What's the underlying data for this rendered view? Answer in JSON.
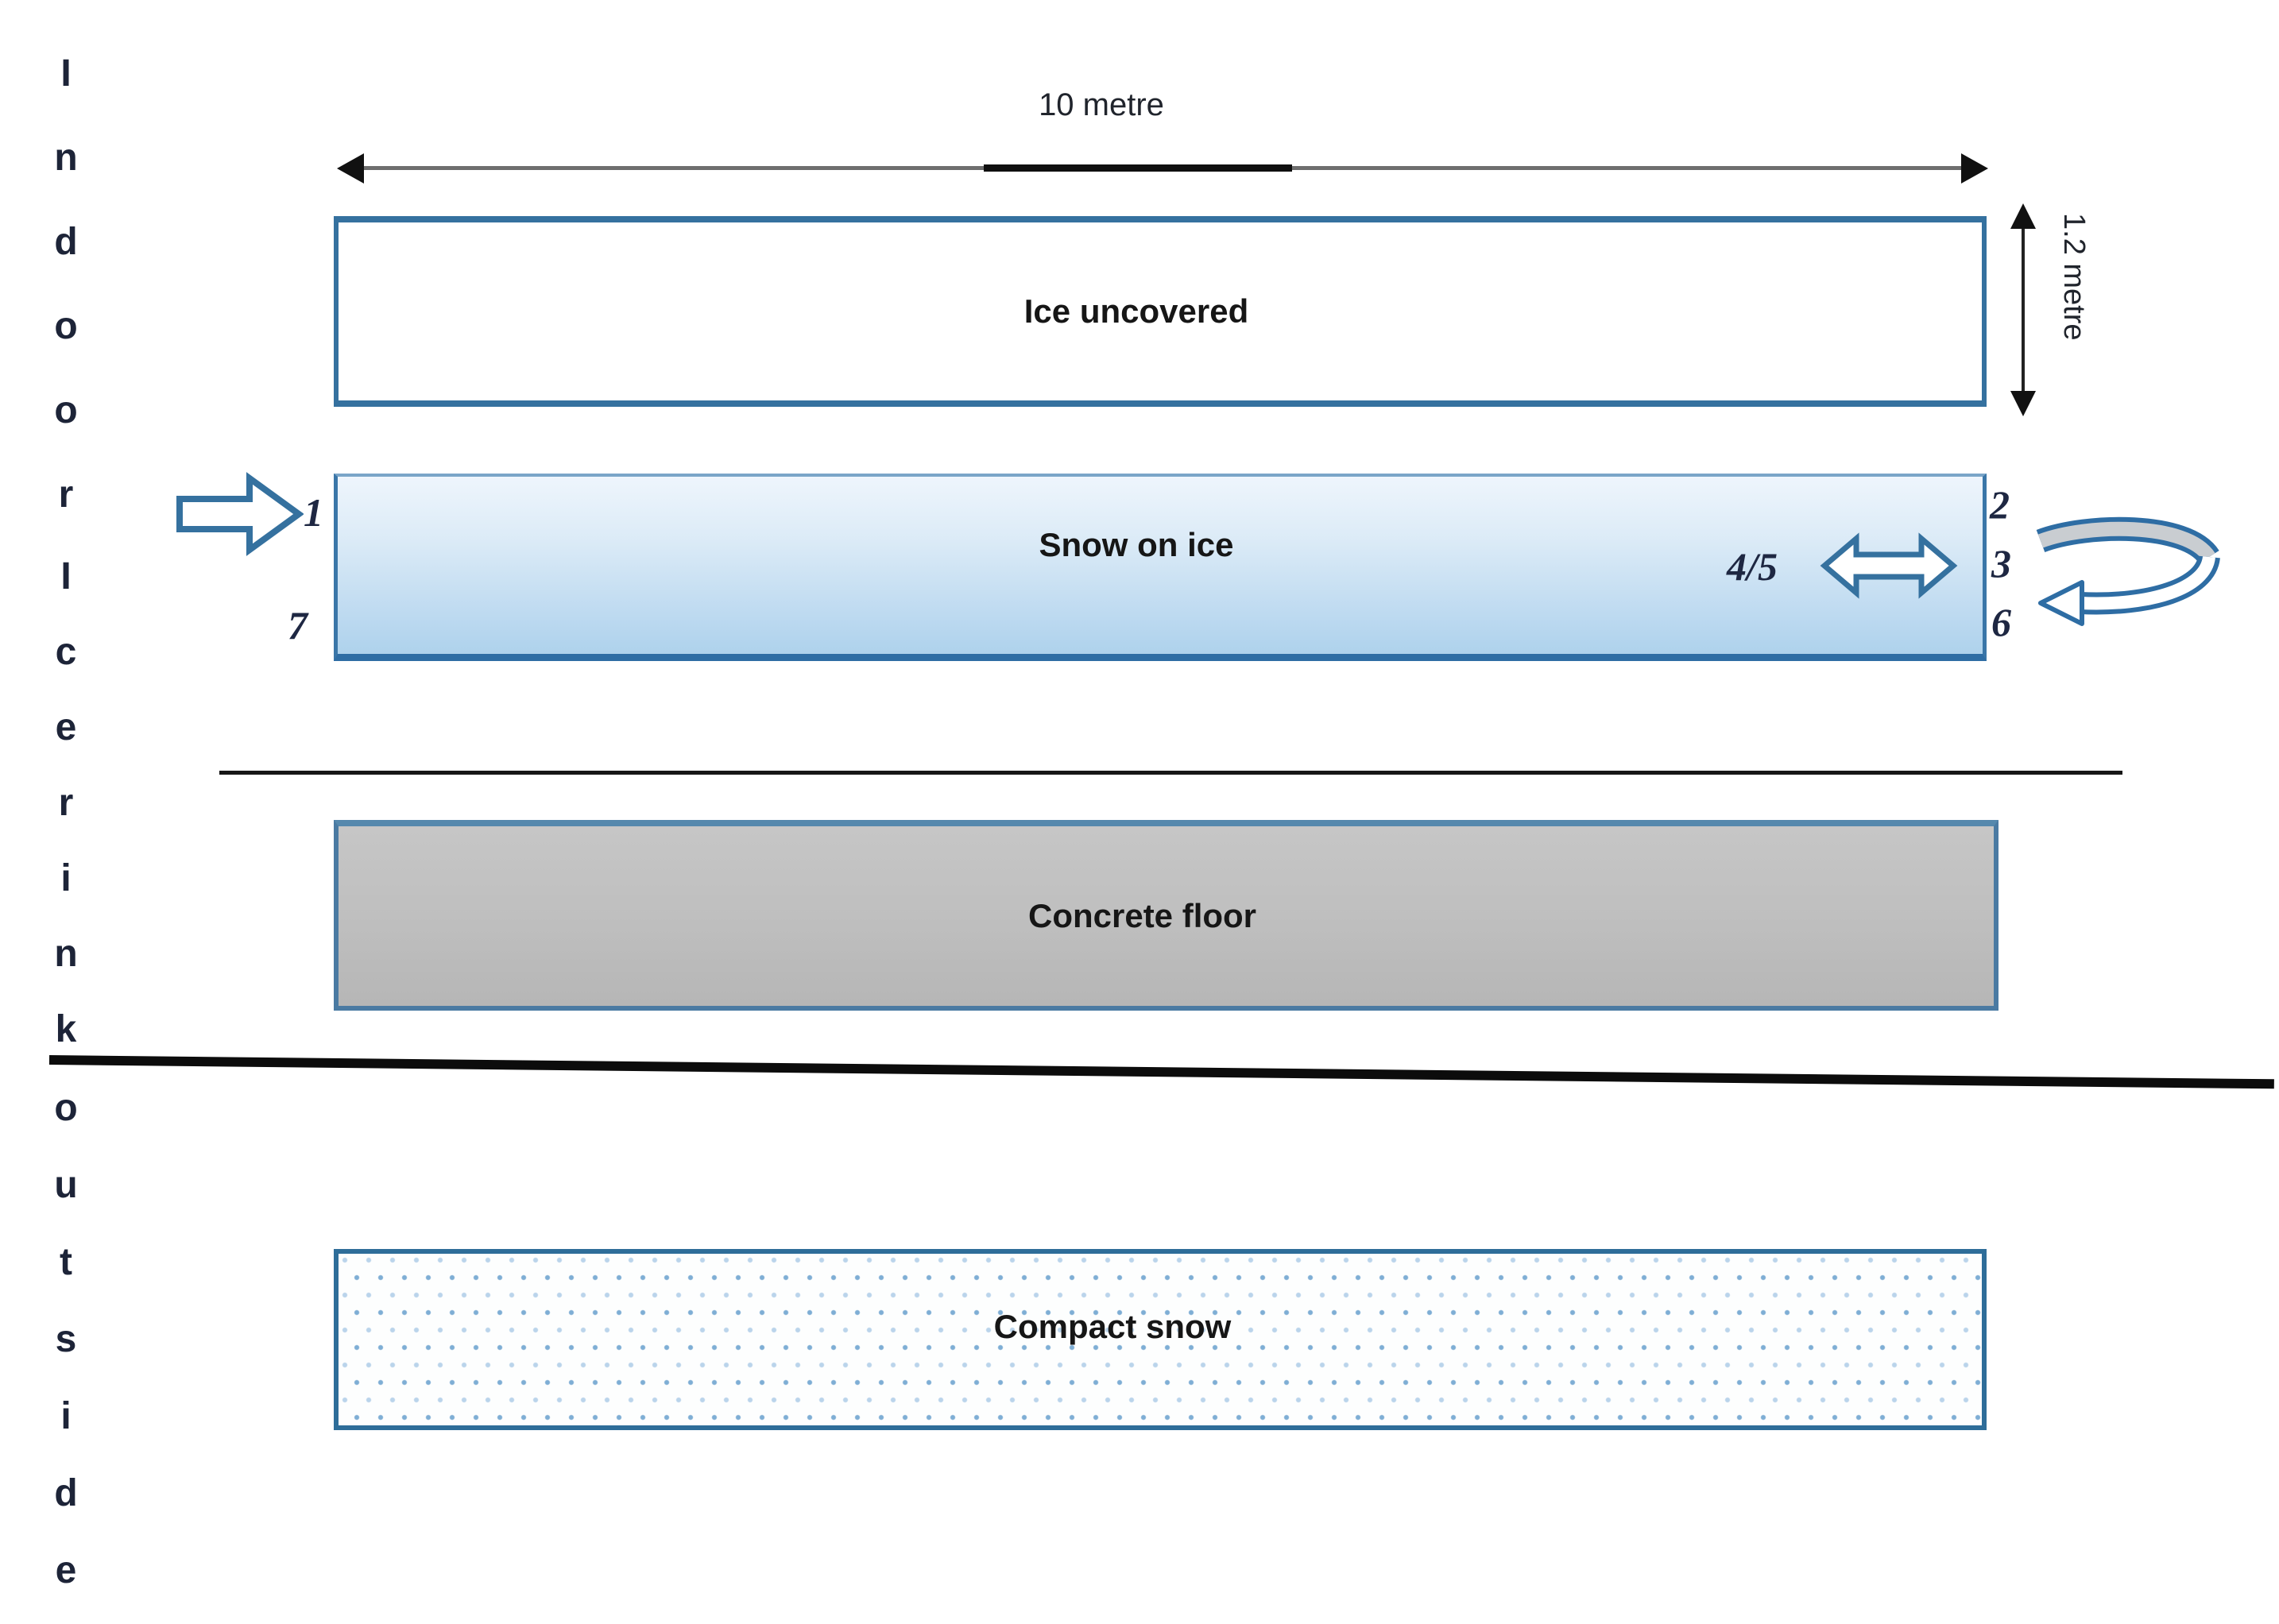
{
  "side_labels": {
    "indoor": "Indoor",
    "icerink": "Icerink",
    "outside": "outside"
  },
  "dimensions": {
    "width_label": "10 metre",
    "height_label": "1.2 metre"
  },
  "layers": {
    "ice_uncovered": "Ice uncovered",
    "snow_on_ice": "Snow on ice",
    "concrete_floor": "Concrete floor",
    "compact_snow": "Compact snow"
  },
  "markers": {
    "left_top": "1",
    "left_bottom": "7",
    "right_top": "2",
    "right_middle": "3",
    "right_bottom": "6",
    "pair": "4/5"
  },
  "icons": {
    "flow_in_arrow": "block-arrow-right",
    "exchange_arrow": "double-headed-block-arrow",
    "loop_arrow": "rotation-loop-arrow",
    "width_dimension": "double-arrow-horizontal",
    "height_dimension": "double-arrow-vertical"
  },
  "colors": {
    "border_blue": "#35719f",
    "snow_top": "#eef5fc",
    "snow_bottom": "#aed2ec",
    "concrete_gray": "#bfbfbf",
    "dot_blue": "#3a82be",
    "line_black": "#111111"
  }
}
